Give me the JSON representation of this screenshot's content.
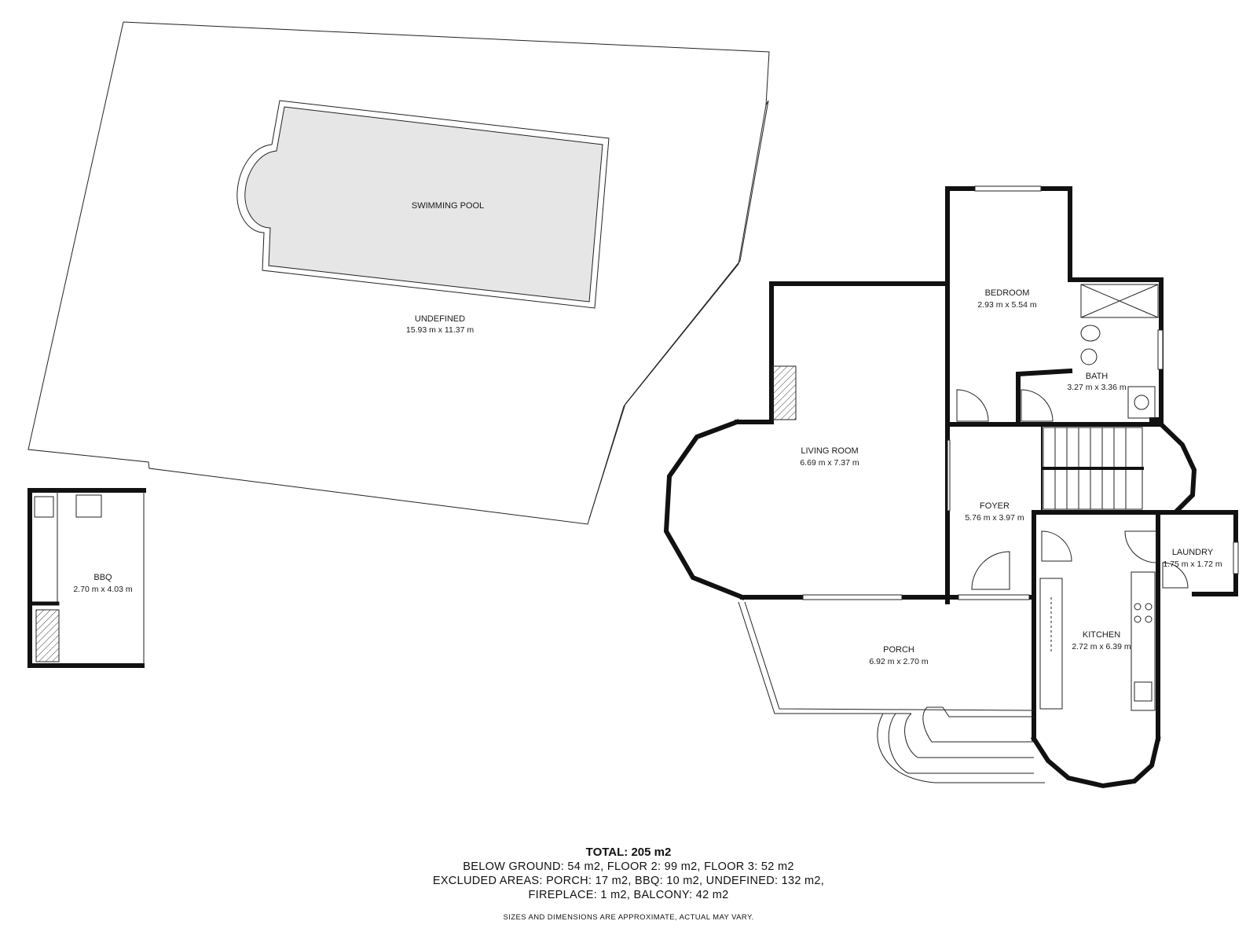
{
  "rooms": {
    "swimming_pool": {
      "name": "SWIMMING POOL"
    },
    "undefined": {
      "name": "UNDEFINED",
      "dims": "15.93 m x 11.37 m"
    },
    "bbq": {
      "name": "BBQ",
      "dims": "2.70 m x 4.03 m"
    },
    "living_room": {
      "name": "LIVING ROOM",
      "dims": "6.69 m x 7.37 m"
    },
    "bedroom": {
      "name": "BEDROOM",
      "dims": "2.93 m x 5.54 m"
    },
    "bath": {
      "name": "BATH",
      "dims": "3.27 m x 3.36 m"
    },
    "foyer": {
      "name": "FOYER",
      "dims": "5.76 m x 3.97 m"
    },
    "laundry": {
      "name": "LAUNDRY",
      "dims": "1.75 m x 1.72 m"
    },
    "kitchen": {
      "name": "KITCHEN",
      "dims": "2.72 m x 6.39 m"
    },
    "porch": {
      "name": "PORCH",
      "dims": "6.92 m x 2.70 m"
    }
  },
  "summary": {
    "total": "TOTAL: 205 m2",
    "line1": "BELOW GROUND: 54 m2, FLOOR 2: 99 m2, FLOOR 3: 52 m2",
    "line2": "EXCLUDED AREAS: PORCH: 17 m2, BBQ: 10 m2, UNDEFINED: 132 m2,",
    "line3": "FIREPLACE: 1 m2, BALCONY: 42 m2",
    "disclaimer": "SIZES AND DIMENSIONS ARE APPROXIMATE, ACTUAL MAY VARY."
  },
  "colors": {
    "wall": "#111111",
    "pool_fill": "#e6e6e6",
    "background": "#ffffff"
  }
}
